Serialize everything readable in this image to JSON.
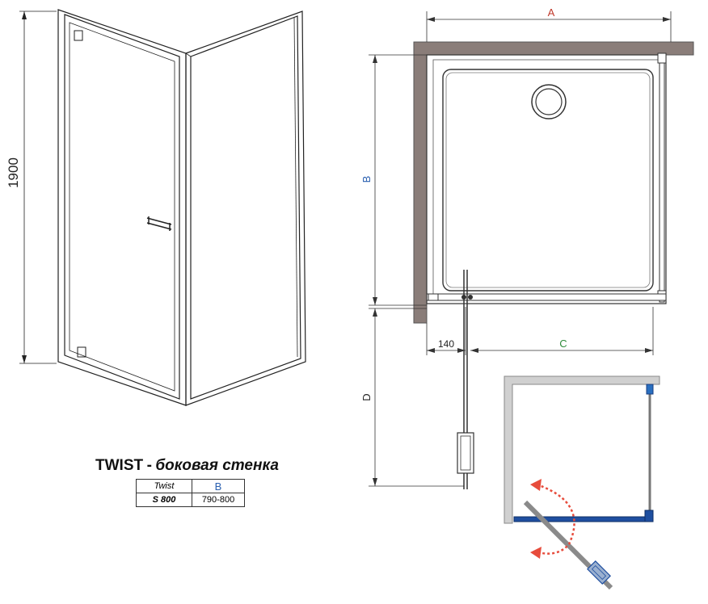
{
  "title": {
    "product": "TWIST",
    "dash": "-",
    "subtitle": "боковая стенка"
  },
  "spec_table": {
    "header": [
      "Twist",
      "B"
    ],
    "rows": [
      [
        "S 800",
        "790-800"
      ]
    ]
  },
  "dimensions": {
    "height": "1900",
    "a": "A",
    "b": "B",
    "c": "C",
    "d": "D",
    "offset": "140"
  },
  "colors": {
    "wall": "#8a7d79",
    "dim_a": "#c0392b",
    "dim_b": "#2a5fb0",
    "dim_c": "#2e8b3a",
    "swing_arrow": "#e74c3c",
    "door_panel_open": "#1f4fa0",
    "wall_light": "#c8c8c8"
  }
}
